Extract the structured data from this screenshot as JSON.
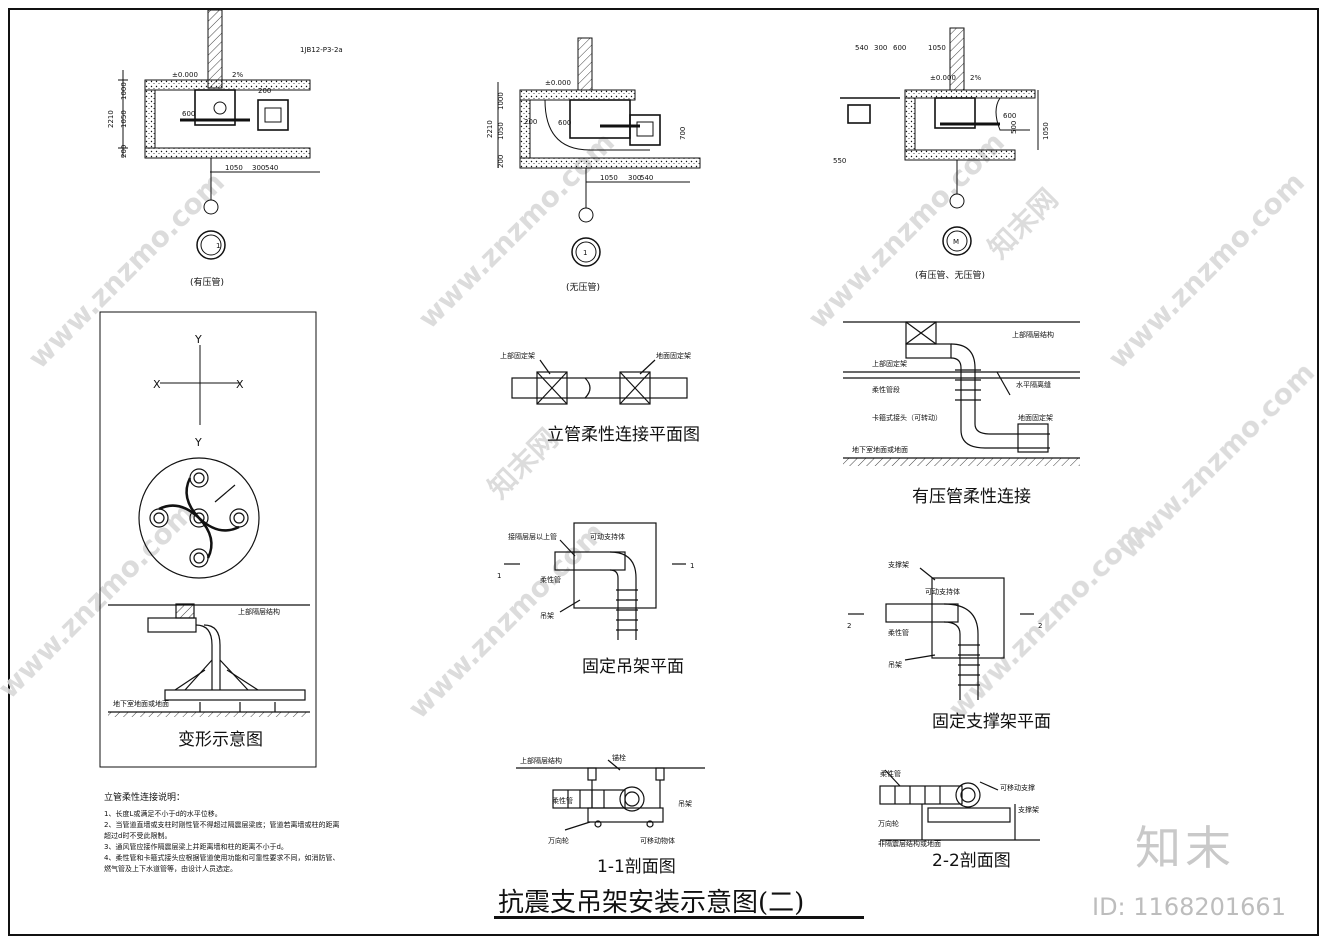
{
  "drawing": {
    "title": "抗震支吊架安装示意图(二)",
    "watermark_text": "www.znzmo.com",
    "watermark_logo": "知末网",
    "brand": "知末",
    "id_label": "ID: 1168201661"
  },
  "details": {
    "d1": {
      "mark": "1",
      "caption": "(有压管)",
      "dims": [
        "2210",
        "1000",
        "1050",
        "200",
        "1050",
        "300",
        "540"
      ],
      "notes": [
        "±0.000",
        "2%",
        "600",
        "200",
        "1JB12-P3-2a"
      ]
    },
    "d2": {
      "mark": "1",
      "caption": "(无压管)",
      "dims": [
        "2210",
        "1000",
        "1050",
        "200",
        "1050",
        "300",
        "540"
      ],
      "notes": [
        "±0.000",
        "600",
        "200",
        "700"
      ]
    },
    "d3": {
      "mark": "M",
      "caption": "(有压管、无压管)",
      "dims": [
        "540",
        "300",
        "600",
        "1050",
        "550",
        "1050"
      ],
      "notes": [
        "±0.000",
        "2%",
        "600",
        "500"
      ]
    }
  },
  "deform": {
    "axis_y_top": "Y",
    "axis_y_bottom": "Y",
    "axis_x_left": "X",
    "axis_x_right": "X",
    "label_top": "上部隔层结构",
    "label_bottom": "地下室地面或地面",
    "caption": "变形示意图"
  },
  "notes": {
    "heading": "立管柔性连接说明：",
    "lines": [
      "1、长度L或满足不小于d的水平位移。",
      "2、当管道直墙或支柱时刚性管不得超过隔震层梁底；管道若离墙或柱的距离",
      "超过d时不受此限制。",
      "3、通风管应接作隔震层梁上并距离墙和柱的距离不小于d。",
      "4、柔性管和卡箍式接头应根据管道使用功能和可靠性要求不同，如消防管、",
      "燃气管及上下水道管等，由设计人员选定。"
    ]
  },
  "plan_riser": {
    "label_left": "上部固定架",
    "label_right": "地面固定架",
    "caption": "立管柔性连接平面图"
  },
  "pressure_conn": {
    "labels": [
      "上部隔层结构",
      "上部固定架",
      "柔性管段",
      "水平隔离缝",
      "卡箍式接头（可转动）",
      "地面固定架",
      "地下室地面或地面"
    ],
    "caption": "有压管柔性连接"
  },
  "hanger_plan": {
    "labels": [
      "接隔层层以上管",
      "可动支持体",
      "柔性管",
      "吊架"
    ],
    "section_mark": "1",
    "caption": "固定吊架平面"
  },
  "support_plan": {
    "labels": [
      "支撑架",
      "可动支持体",
      "柔性管",
      "吊架"
    ],
    "section_mark": "2",
    "caption": "固定支撑架平面"
  },
  "section11": {
    "labels": [
      "上部隔层结构",
      "锚栓",
      "柔性管",
      "吊架",
      "万向轮",
      "可移动物体"
    ],
    "caption": "1-1剖面图"
  },
  "section22": {
    "labels": [
      "柔性管",
      "可移动支撑",
      "支撑架",
      "万向轮",
      "非隔震层结构或地面"
    ],
    "caption": "2-2剖面图"
  }
}
